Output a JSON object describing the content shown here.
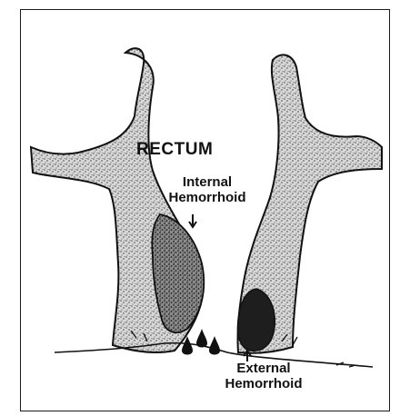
{
  "diagram": {
    "labels": {
      "rectum": "RECTUM",
      "internal_line1": "Internal",
      "internal_line2": "Hemorrhoid",
      "external_line1": "External",
      "external_line2": "Hemorrhoid"
    },
    "colors": {
      "ink": "#111111",
      "tissue_light": "#c8c8c8",
      "tissue_dark": "#4a4a4a",
      "hemorrhoid": "#1e1e1e",
      "background": "#ffffff"
    }
  }
}
